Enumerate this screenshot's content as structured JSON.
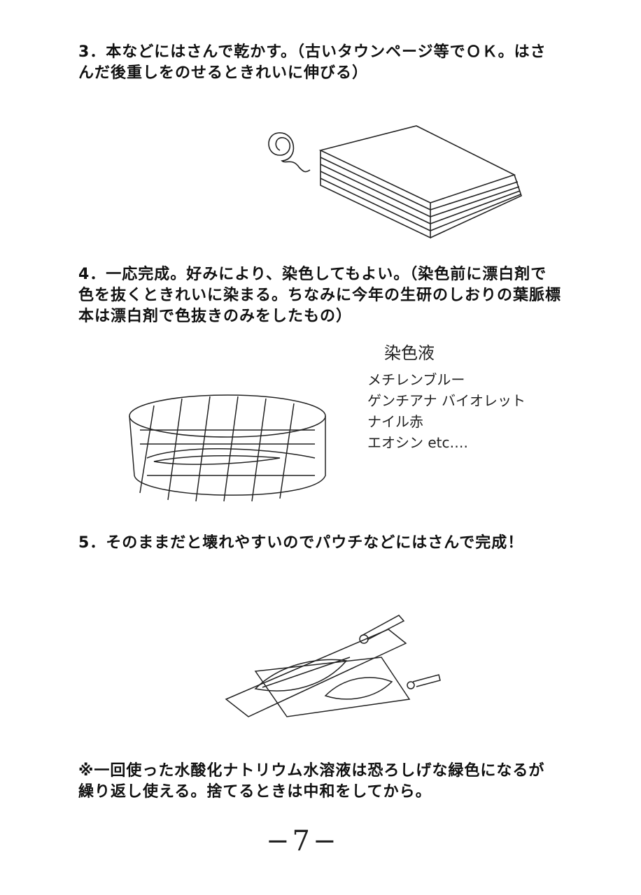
{
  "step3": {
    "lines": [
      "3．本などにはさんで乾かす。（古いタウンページ等でＯＫ。はさ",
      "んだ後重しをのせるときれいに伸びる）"
    ]
  },
  "step4": {
    "lines": [
      "4．一応完成。好みにより、染色してもよい。（染色前に漂白剤で",
      "色を抜くときれいに染まる。ちなみに今年の生研のしおりの葉脈標",
      "本は漂白剤で色抜きのみをしたもの）"
    ]
  },
  "dye_note": {
    "title": "染色液",
    "items": [
      "メチレンブルー",
      "ゲンチアナ バイオレット",
      "ナイル赤",
      "エオシン etc…."
    ]
  },
  "step5": {
    "lines": [
      "5．そのままだと壊れやすいのでパウチなどにはさんで完成！"
    ]
  },
  "note": {
    "lines": [
      "※一回使った水酸化ナトリウム水溶液は恐ろしげな緑色になるが",
      "繰り返し使える。捨てるときは中和をしてから。"
    ]
  },
  "page_number": "−7−"
}
